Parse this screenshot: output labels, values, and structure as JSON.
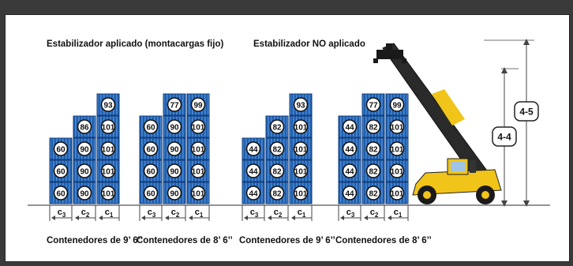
{
  "headings": {
    "left": "Estabilizador aplicado (montacargas fijo)",
    "right": "Estabilizador NO aplicado"
  },
  "captions": [
    "Contenedores de 9’ 6’’",
    "Contenedores de 8’ 6’’",
    "Contenedores de 9’ 6’’",
    "Contenedores de 8’ 6’’"
  ],
  "dimensions": {
    "c1": "c1",
    "c2": "c2",
    "c3": "c3",
    "height_outer": "4-5",
    "height_inner": "4-4"
  },
  "stacks": [
    {
      "name": "stabilized-9ft6",
      "columns": [
        [
          "60",
          "60",
          "60"
        ],
        [
          "90",
          "90",
          "90",
          "86"
        ],
        [
          "101",
          "101",
          "101",
          "101",
          "93"
        ]
      ]
    },
    {
      "name": "stabilized-8ft6",
      "columns": [
        [
          "60",
          "60",
          "60",
          "60"
        ],
        [
          "90",
          "90",
          "90",
          "90",
          "77"
        ],
        [
          "101",
          "101",
          "101",
          "101",
          "99"
        ]
      ]
    },
    {
      "name": "unstabilized-9ft6",
      "columns": [
        [
          "44",
          "44",
          "44"
        ],
        [
          "82",
          "82",
          "82",
          "82"
        ],
        [
          "101",
          "101",
          "101",
          "101",
          "93"
        ]
      ]
    },
    {
      "name": "unstabilized-8ft6",
      "columns": [
        [
          "44",
          "44",
          "44",
          "44"
        ],
        [
          "82",
          "82",
          "82",
          "82",
          "77"
        ],
        [
          "101",
          "101",
          "101",
          "101",
          "99"
        ]
      ]
    }
  ],
  "colors": {
    "container": "#1f5fae",
    "container_dark": "#123c78",
    "machine_body": "#f0c419",
    "machine_dark": "#1a1a1a",
    "boom": "#2a2a2a",
    "outer_bg": "#3a3a3a"
  },
  "icons": {
    "machine": "reach-stacker-icon",
    "arrow": "left-arrow-icon"
  }
}
